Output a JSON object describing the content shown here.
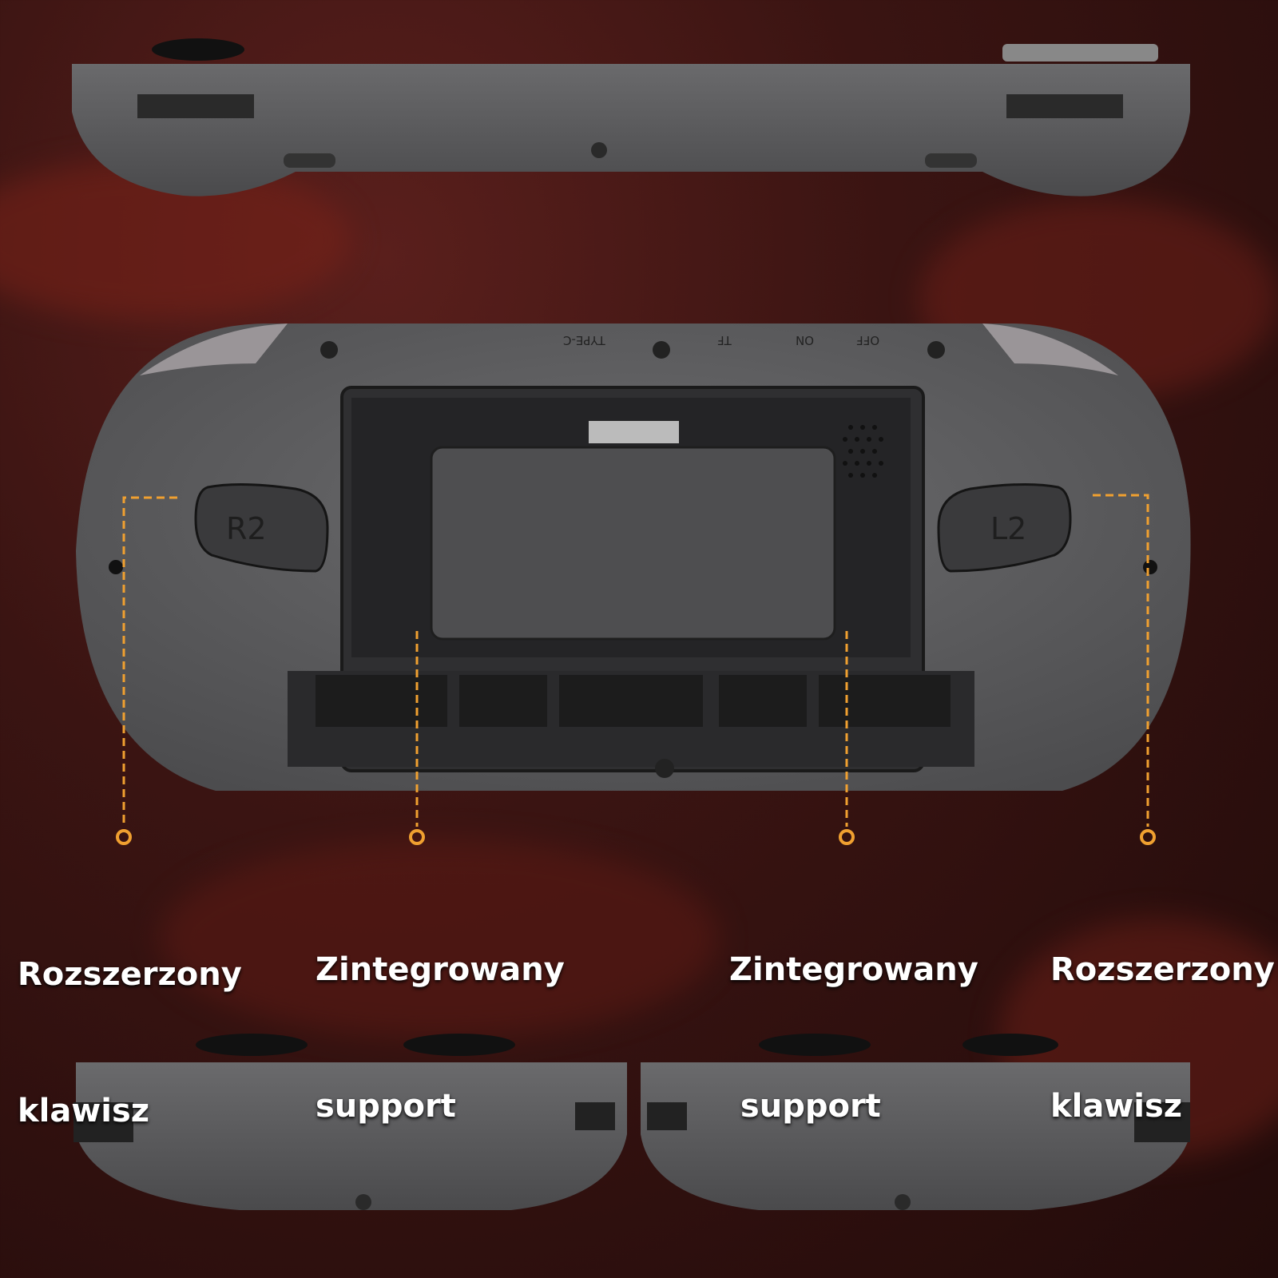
{
  "device": {
    "buttons": {
      "left_trigger": "R2",
      "right_trigger": "L2"
    },
    "port_labels": [
      "TYPE-C",
      "TF",
      "ON",
      "OFF"
    ]
  },
  "callouts": [
    {
      "line1": "Rozszerzony",
      "line2": "klawisz"
    },
    {
      "line1": "Zintegrowany",
      "line2": "support"
    },
    {
      "line1": "Zintegrowany",
      "line2": " support"
    },
    {
      "line1": "Rozszerzony",
      "line2": "klawisz"
    }
  ],
  "colors": {
    "accent": "#f0a030",
    "body": "#5c5c5e",
    "background": "#3a1412"
  }
}
